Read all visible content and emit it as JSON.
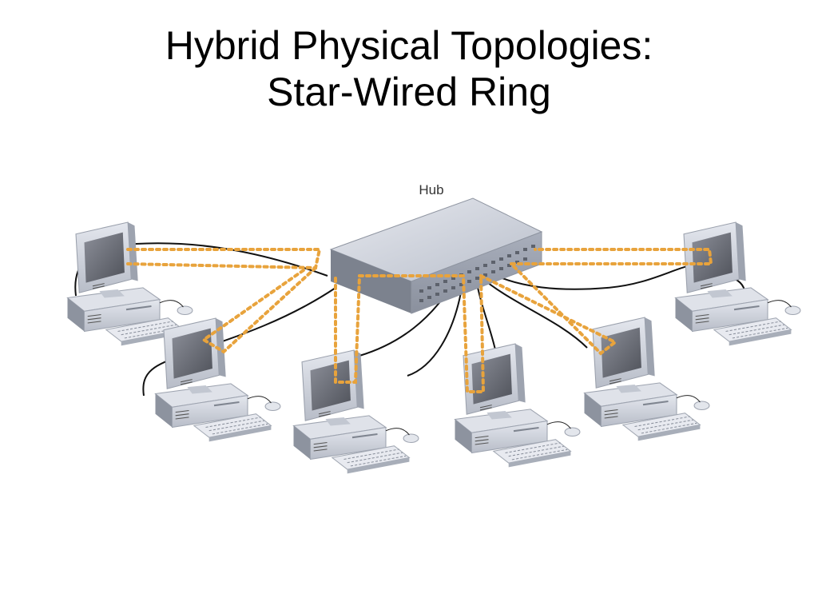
{
  "slide": {
    "title_line1": "Hybrid Physical Topologies:",
    "title_line2": "Star-Wired Ring"
  },
  "diagram": {
    "hub_label": "Hub",
    "colors": {
      "ring_path": "#e8a33c",
      "cable": "#111111",
      "device_face": "#c7ccd6",
      "device_top": "#dcdfe6",
      "screen": "#6d6f78"
    },
    "nodes": [
      "hub",
      "workstation-1",
      "workstation-2",
      "workstation-3",
      "workstation-4",
      "workstation-5",
      "workstation-6"
    ]
  }
}
